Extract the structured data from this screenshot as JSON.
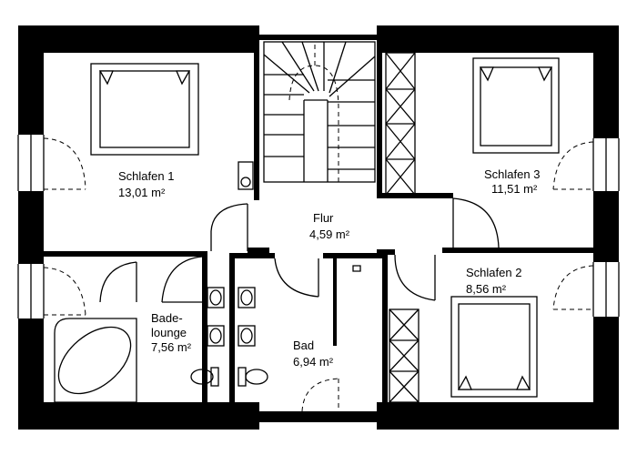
{
  "rooms": [
    {
      "name": "Schlafen 1",
      "area": "13,01 m²"
    },
    {
      "name": "Schlafen 3",
      "area": "11,51 m²"
    },
    {
      "name": "Flur",
      "area": "4,59 m²"
    },
    {
      "name": "Schlafen 2",
      "area": "8,56 m²"
    },
    {
      "name": "Bade-",
      "name2": "lounge",
      "area": "7,56 m²"
    },
    {
      "name": "Bad",
      "area": "6,94 m²"
    }
  ]
}
